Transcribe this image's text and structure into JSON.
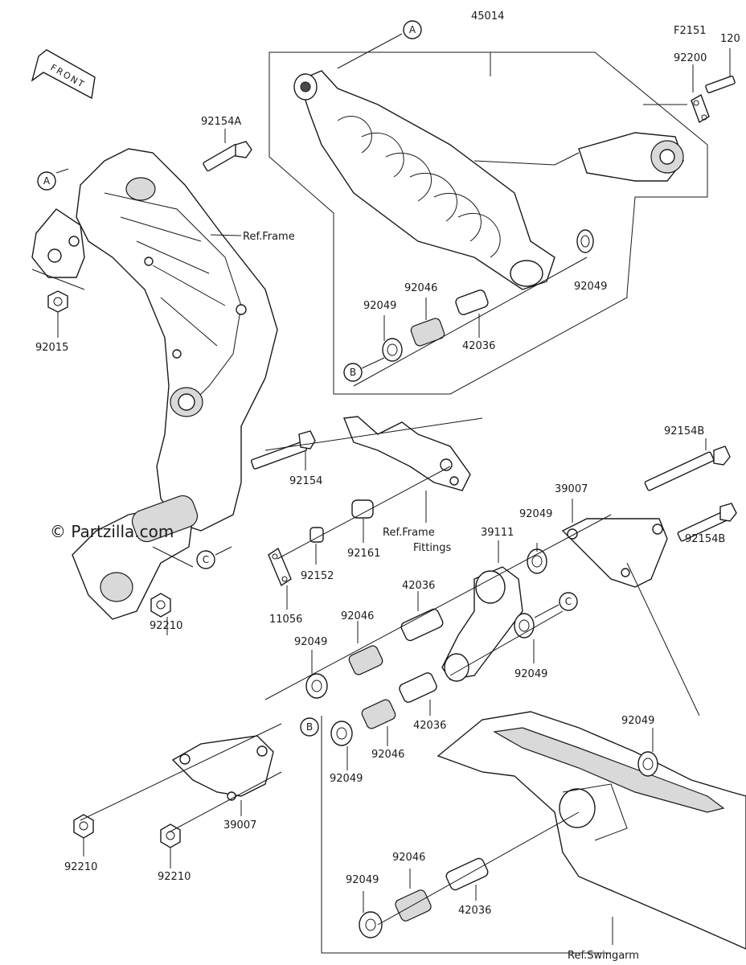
{
  "watermark": "© Partzilla.com",
  "front_badge": "FRONT",
  "callouts": {
    "A": "A",
    "B": "B",
    "C": "C"
  },
  "labels": {
    "l45014": "45014",
    "lF2151": "F2151",
    "l120": "120",
    "l92200": "92200",
    "l92154A": "92154A",
    "lRefFrame": "Ref.Frame",
    "l92015": "92015",
    "l92046_top": "92046",
    "l92049_top_left": "92049",
    "l92049_top_right": "92049",
    "l42036_top": "42036",
    "l92154": "92154",
    "l92154B_top": "92154B",
    "l39007_top": "39007",
    "l92049_mid": "92049",
    "l39111": "39111",
    "lRefFrameFittings_1": "Ref.Frame",
    "lRefFrameFittings_2": "Fittings",
    "l92161": "92161",
    "l92152": "92152",
    "l92154B_right": "92154B",
    "l11056": "11056",
    "l42036_mid": "42036",
    "l92046_mid": "92046",
    "l92049_left_mid": "92049",
    "l92210_upper": "92210",
    "l92049_c": "92049",
    "l42036_low": "42036",
    "l92046_low": "92046",
    "l92049_low": "92049",
    "l92049_arm": "92049",
    "l92210_left": "92210",
    "l92210_center": "92210",
    "l39007_low": "39007",
    "l92046_bottom": "92046",
    "l92049_bottom": "92049",
    "l42036_bottom": "42036",
    "lRefSwingarm": "Ref.Swingarm"
  }
}
